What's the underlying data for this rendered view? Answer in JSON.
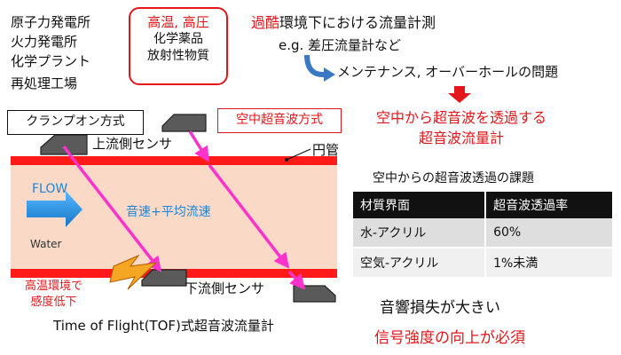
{
  "facilities": [
    "原子力発電所",
    "火力発電所",
    "化学プラント",
    "再処理工場"
  ],
  "hazards": {
    "conditions": "高温, 高圧",
    "substance1": "化学薬品",
    "substance2": "放射性物質"
  },
  "conventional": {
    "title_highlight": "過酷",
    "title_rest": "環境下における流量計測",
    "example": "e.g. 差圧流量計など",
    "problem": "メンテナンス, オーバーホールの問題"
  },
  "proposal": {
    "line1": "空中から超音波を透過する",
    "line2": "超音波流量計"
  },
  "diagram": {
    "clamp_on": "クランプオン方式",
    "airborne": "空中超音波方式",
    "upstream_sensor": "上流側センサ",
    "pipe": "円管",
    "flow": "FLOW",
    "velocity": "音速+平均流速",
    "medium": "Water",
    "heat_line1": "高温環境で",
    "heat_line2": "感度低下",
    "downstream_sensor": "下流側センサ",
    "caption": "Time of Flight(TOF)式超音波流量計"
  },
  "issue_table": {
    "title": "空中からの超音波透過の課題",
    "headers": [
      "材質界面",
      "超音波透過率"
    ],
    "rows": [
      [
        "水-アクリル",
        "60%"
      ],
      [
        "空気-アクリル",
        "1%未満"
      ]
    ]
  },
  "conclusion": {
    "loss": "音響損失が大きい",
    "need": "信号強度の向上が必須"
  },
  "colors": {
    "accent_red": "#e3161b",
    "pipe_wall": "#ff1a1a",
    "fluid": "#fbd9c7",
    "beam": "#ff33cc",
    "flow_arrow": "#1f84d6",
    "sensor": "#5a5a5a"
  }
}
